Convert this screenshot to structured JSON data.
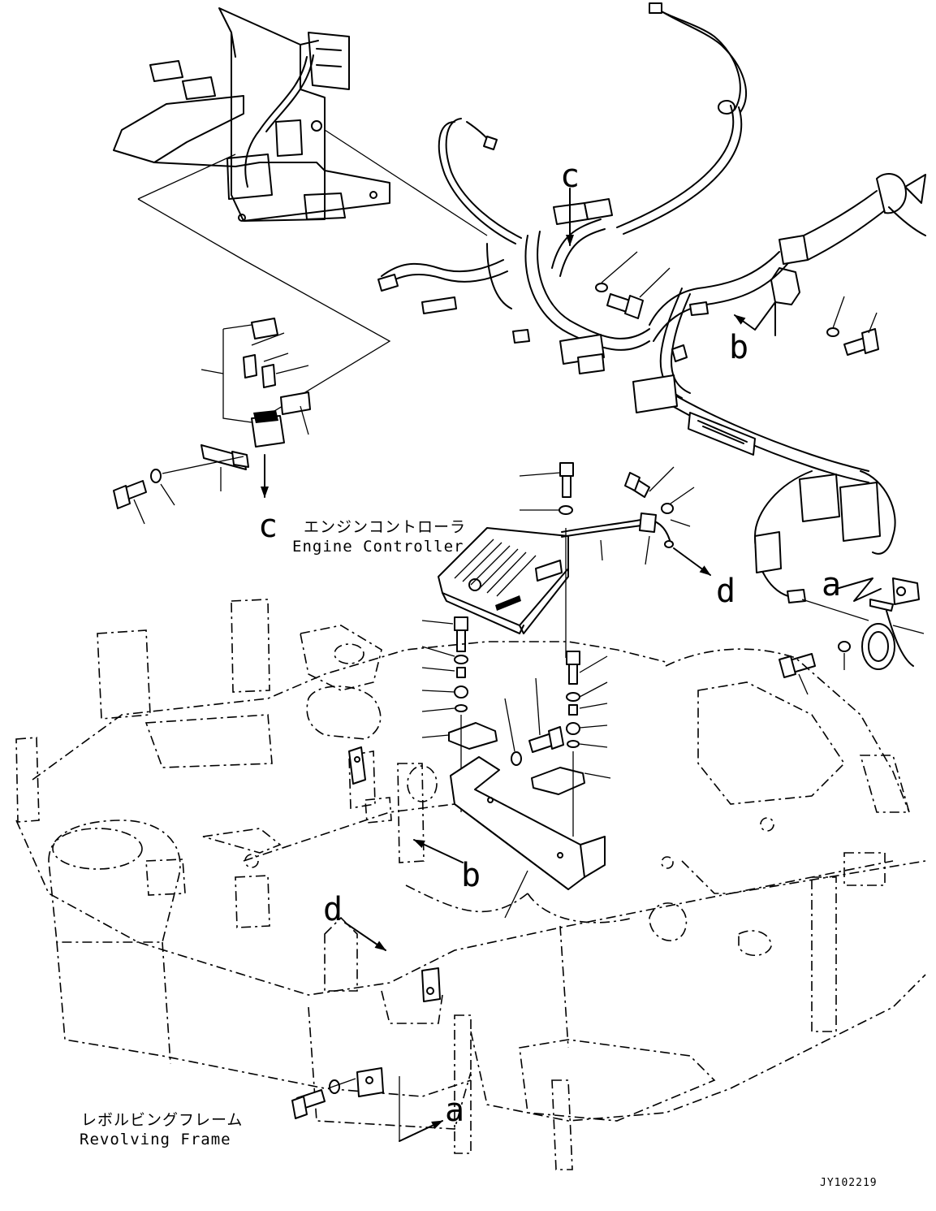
{
  "labels": {
    "engine_controller_jp": "エンジンコントローラ",
    "engine_controller_en": "Engine Controller",
    "revolving_frame_jp": "レボルビングフレーム",
    "revolving_frame_en": "Revolving Frame",
    "drawing_code": "JY102219"
  },
  "refs": {
    "c_top": "c",
    "c_relay": "c",
    "b_harness": "b",
    "b_frame": "b",
    "d_bracket": "d",
    "d_frame": "d",
    "a_harness": "a",
    "a_frame": "a"
  }
}
